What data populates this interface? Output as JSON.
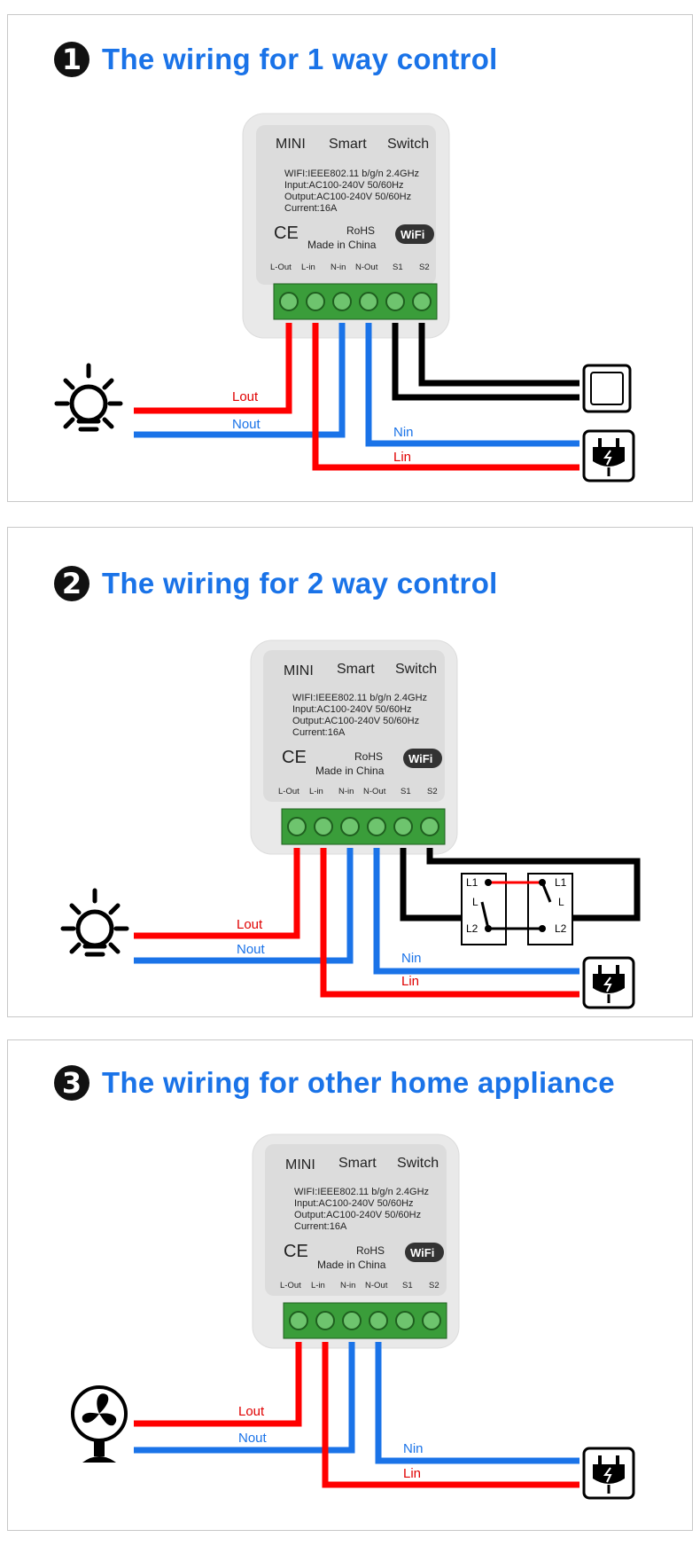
{
  "sections": [
    {
      "number": "1",
      "title": "The wiring for 1 way control",
      "load": "bulb",
      "control": "1-way"
    },
    {
      "number": "2",
      "title": "The wiring for 2 way control",
      "load": "bulb",
      "control": "2-way"
    },
    {
      "number": "3",
      "title": "The wiring for other home appliance",
      "load": "fan",
      "control": "none"
    }
  ],
  "device": {
    "brand": "MINI",
    "model": "Smart",
    "type": "Switch",
    "specs": [
      "WIFI:IEEE802.11 b/g/n 2.4GHz",
      "Input:AC100-240V 50/60Hz",
      "Output:AC100-240V 50/60Hz",
      "Current:16A"
    ],
    "ce": "CE",
    "rohs": "RoHS",
    "wifi_logo": "WiFi",
    "made_in": "Made  in  China",
    "terminals": [
      "L-Out",
      "L-in",
      "N-in",
      "N-Out",
      "S1",
      "S2"
    ]
  },
  "wires": {
    "lout": "Lout",
    "nout": "Nout",
    "nin": "Nin",
    "lin": "Lin"
  },
  "two_way_switch": {
    "l1": "L1",
    "l": "L",
    "l2": "L2"
  },
  "colors": {
    "live": "#ff0000",
    "neutral": "#1a73e8",
    "switch_wire": "#000000",
    "terminal_green": "#3a9d3a",
    "heading": "#1a73e8"
  },
  "icons": [
    "bulb-icon",
    "fan-icon",
    "wall-switch-icon",
    "plug-icon"
  ]
}
